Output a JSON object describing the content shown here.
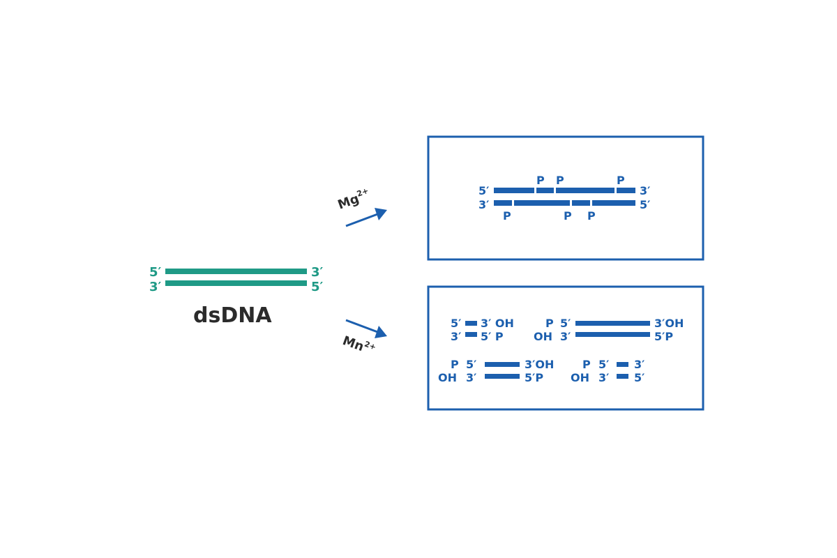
{
  "input": {
    "label": "dsDNA",
    "top_left": "5′",
    "top_right": "3′",
    "bottom_left": "3′",
    "bottom_right": "5′",
    "color": "#1f9a86"
  },
  "reactions": {
    "mg": {
      "symbol": "Mg",
      "charge": "2+"
    },
    "mn": {
      "symbol": "Mn",
      "charge": "2+"
    },
    "arrow_color": "#1c5fae"
  },
  "mg_product": {
    "left_top": "5′",
    "left_bottom": "3′",
    "right_top": "3′",
    "right_bottom": "5′",
    "top_phosphates": [
      "P",
      "P",
      "P"
    ],
    "bottom_phosphates": [
      "P",
      "P",
      "P"
    ]
  },
  "mn_products": [
    {
      "left_top": "5′",
      "left_bottom": "3′",
      "right_top": "3′ OH",
      "right_bottom": "5′ P"
    },
    {
      "pre_top": "P",
      "pre_bottom": "OH",
      "left_top": "5′",
      "left_bottom": "3′",
      "right_top": "3′OH",
      "right_bottom": "5′P"
    },
    {
      "pre_top": "P",
      "pre_bottom": "OH",
      "left_top": "5′",
      "left_bottom": "3′",
      "right_top": "3′OH",
      "right_bottom": "5′P"
    },
    {
      "pre_top": "P",
      "pre_bottom": "OH",
      "left_top": "5′",
      "left_bottom": "3′",
      "right_top": "3′",
      "right_bottom": "5′"
    }
  ],
  "product_color": "#1c5fae"
}
